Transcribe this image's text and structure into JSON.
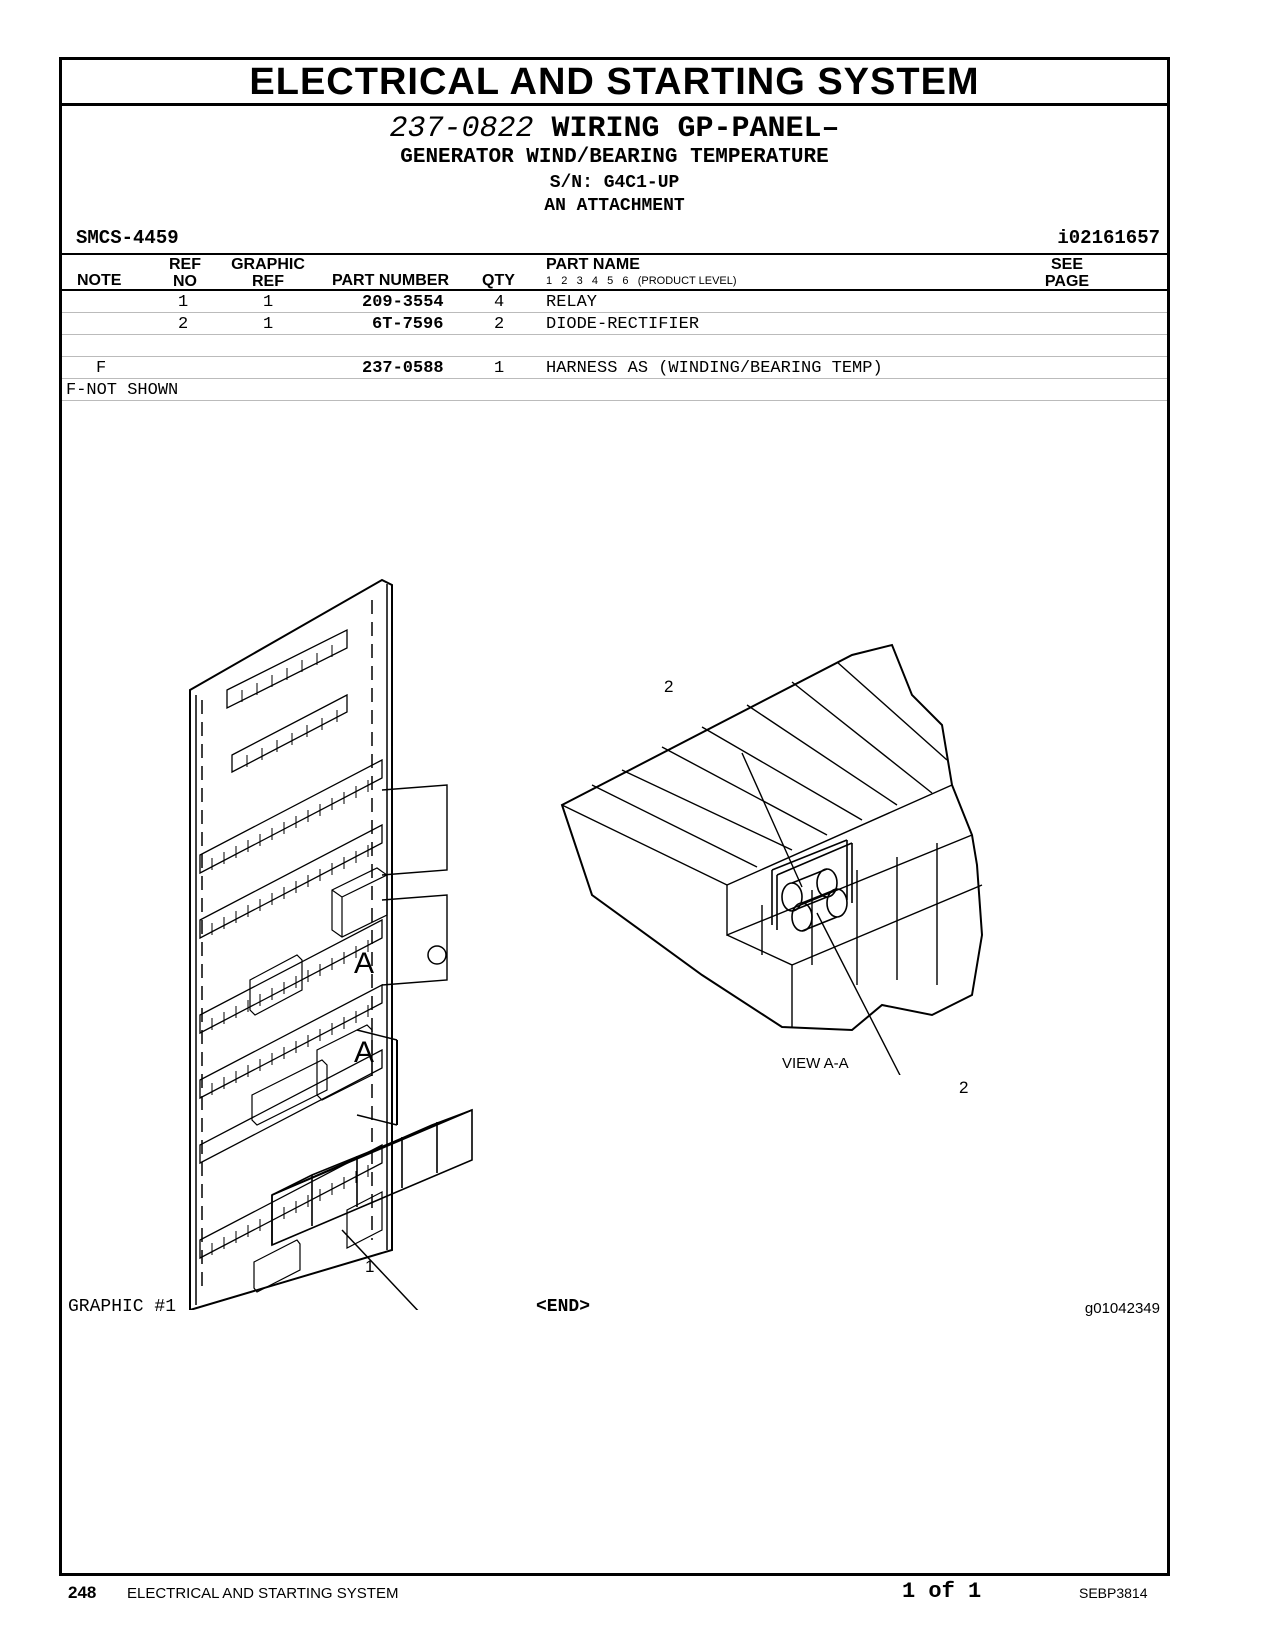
{
  "section_title": "ELECTRICAL AND STARTING SYSTEM",
  "group": {
    "part_number": "237-0822",
    "name": "WIRING GP-PANEL–",
    "subtitle": "GENERATOR WIND/BEARING TEMPERATURE",
    "serial": "S/N: G4C1-UP",
    "attachment": "AN ATTACHMENT"
  },
  "smcs": "SMCS-4459",
  "doc_id": "i02161657",
  "columns": {
    "note": "NOTE",
    "ref_no": [
      "REF",
      "NO"
    ],
    "graphic_ref": [
      "GRAPHIC",
      "REF"
    ],
    "part_number": "PART NUMBER",
    "qty": "QTY",
    "part_name": "PART NAME",
    "product_levels": "1   2   3   4   5   6   (PRODUCT LEVEL)",
    "see_page": [
      "SEE",
      "PAGE"
    ]
  },
  "parts": [
    {
      "note": "",
      "ref_no": "1",
      "graphic_ref": "1",
      "part_number": "209-3554",
      "qty": "4",
      "part_name": "RELAY"
    },
    {
      "note": "",
      "ref_no": "2",
      "graphic_ref": "1",
      "part_number": "6T-7596",
      "qty": "2",
      "part_name": "DIODE-RECTIFIER"
    },
    {
      "note": "",
      "ref_no": "",
      "graphic_ref": "",
      "part_number": "",
      "qty": "",
      "part_name": ""
    },
    {
      "note": "F",
      "ref_no": "",
      "graphic_ref": "",
      "part_number": "237-0588",
      "qty": "1",
      "part_name": "HARNESS AS (WINDING/BEARING TEMP)"
    }
  ],
  "footnote": "F-NOT SHOWN",
  "graphic": {
    "callout_1": "1",
    "callout_2a": "2",
    "callout_2b": "2",
    "section_a_top": "A",
    "section_a_bottom": "A",
    "view_label": "VIEW A-A",
    "graphic_label": "GRAPHIC #1",
    "end_label": "<END>",
    "graphic_id": "g01042349"
  },
  "footer": {
    "page_number": "248",
    "section": "ELECTRICAL AND STARTING SYSTEM",
    "pagination": "1 of 1",
    "doc_code": "SEBP3814"
  }
}
